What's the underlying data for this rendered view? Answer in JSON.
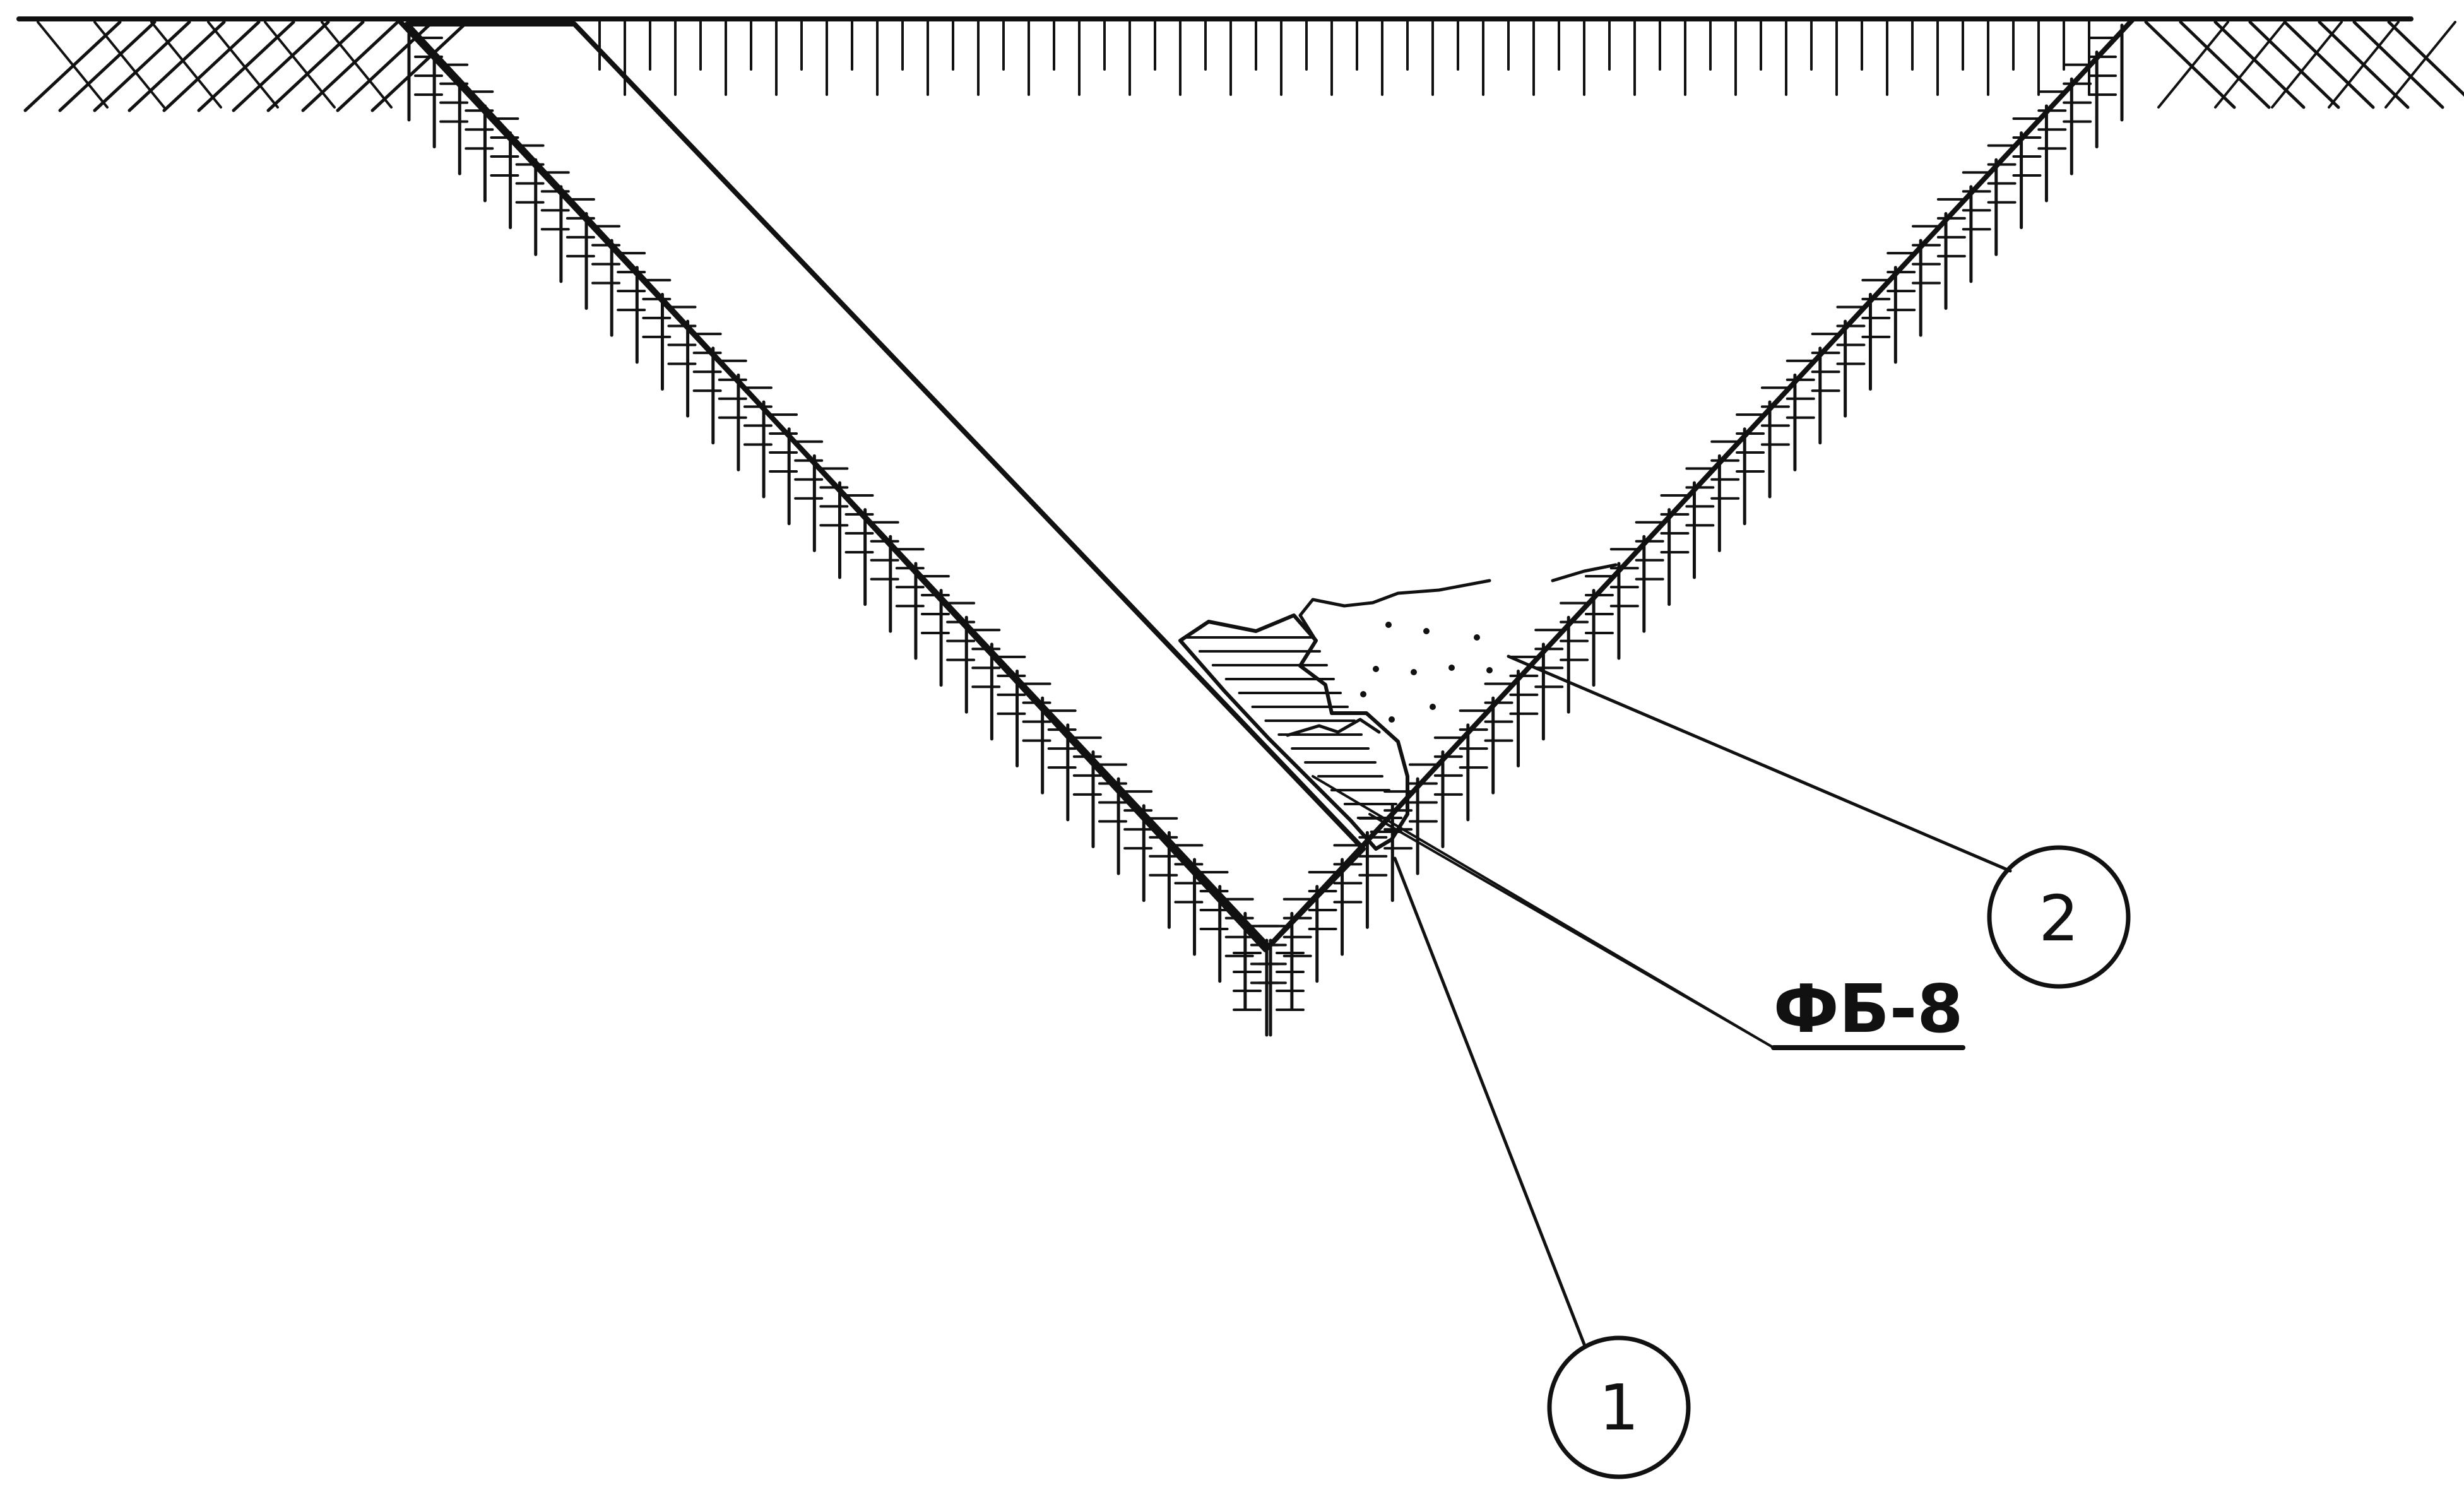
{
  "drawing": {
    "ink_color": "#111111",
    "background_color": "#ffffff",
    "callouts": {
      "item_1": "1",
      "item_2": "2",
      "material": "ФБ-8"
    }
  }
}
